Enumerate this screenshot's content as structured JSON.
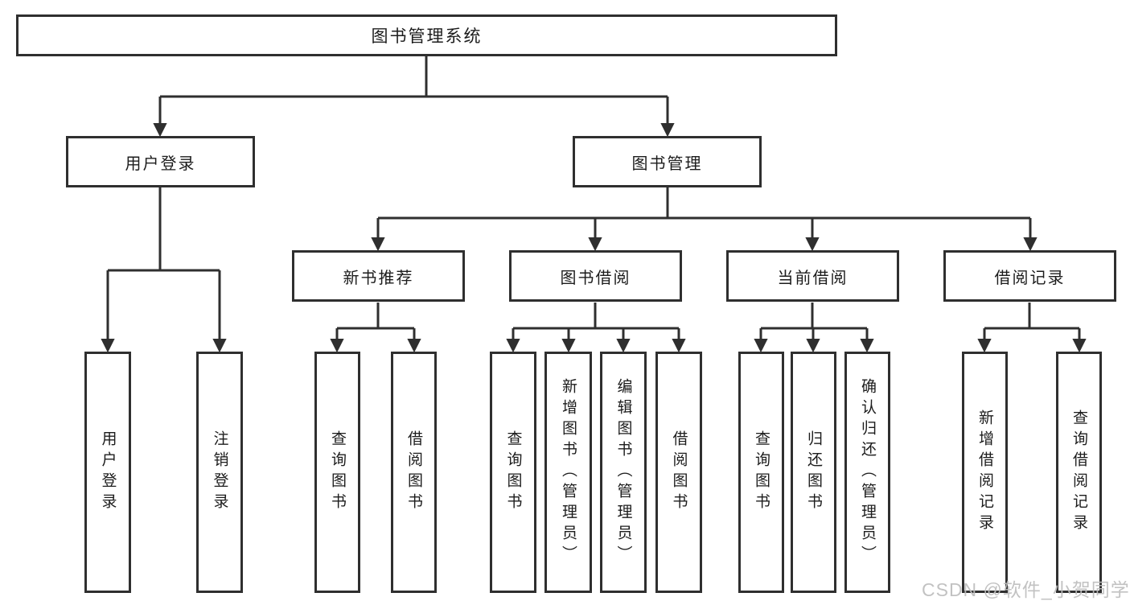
{
  "diagram": {
    "title": "图书管理系统",
    "root": {
      "label": "图书管理系统"
    },
    "level2": [
      {
        "label": "用户登录"
      },
      {
        "label": "图书管理"
      }
    ],
    "level3": [
      {
        "label": "新书推荐",
        "parent": "图书管理"
      },
      {
        "label": "图书借阅",
        "parent": "图书管理"
      },
      {
        "label": "当前借阅",
        "parent": "图书管理"
      },
      {
        "label": "借阅记录",
        "parent": "图书管理"
      }
    ],
    "leaves": [
      {
        "label": "用户登录",
        "parent": "用户登录"
      },
      {
        "label": "注销登录",
        "parent": "用户登录"
      },
      {
        "label": "查询图书",
        "parent": "新书推荐"
      },
      {
        "label": "借阅图书",
        "parent": "新书推荐"
      },
      {
        "label": "查询图书",
        "parent": "图书借阅"
      },
      {
        "label": "新增图书（管理员）",
        "parent": "图书借阅"
      },
      {
        "label": "编辑图书（管理员）",
        "parent": "图书借阅"
      },
      {
        "label": "借阅图书",
        "parent": "图书借阅"
      },
      {
        "label": "查询图书",
        "parent": "当前借阅"
      },
      {
        "label": "归还图书",
        "parent": "当前借阅"
      },
      {
        "label": "确认归还（管理员）",
        "parent": "当前借阅"
      },
      {
        "label": "新增借阅记录",
        "parent": "借阅记录"
      },
      {
        "label": "查询借阅记录",
        "parent": "借阅记录"
      }
    ]
  },
  "watermark": {
    "text": "CSDN @软件_小贺同学"
  },
  "colors": {
    "line": "#2f2f2f",
    "text": "#1c1c1c",
    "watermark": "#bdbdbd",
    "background": "#ffffff"
  }
}
